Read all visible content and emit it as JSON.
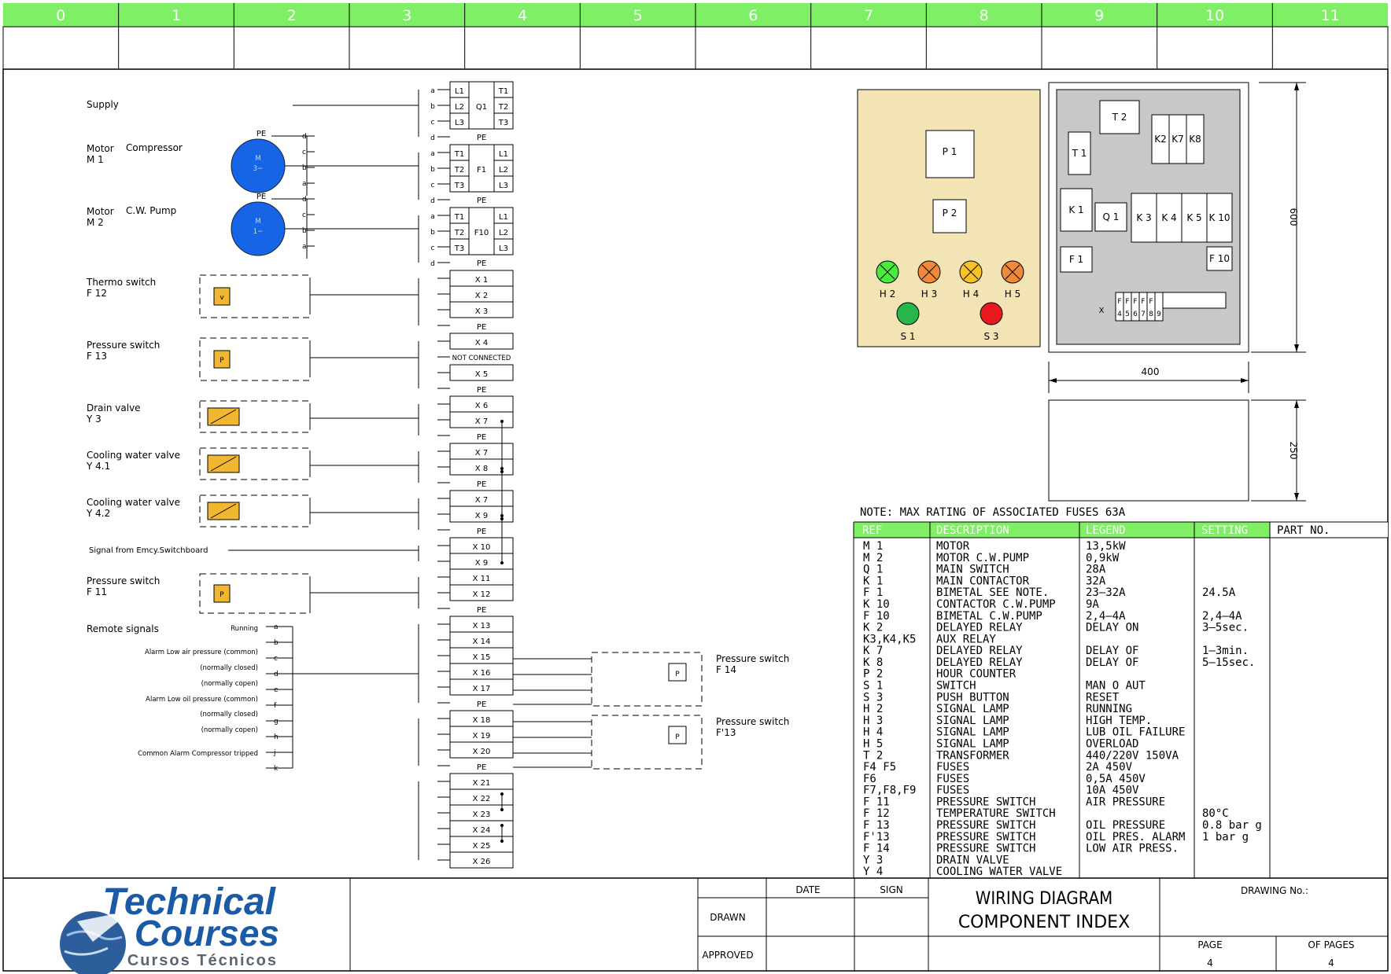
{
  "zones": [
    "0",
    "1",
    "2",
    "3",
    "4",
    "5",
    "6",
    "7",
    "8",
    "9",
    "10",
    "11"
  ],
  "colors": {
    "zone_bar": "#7ff065",
    "motor": "#1565e6",
    "device": "#f2b731",
    "panel_front": "#f2e4b5",
    "panel_back": "#c8c8c8",
    "lamp_green": "#49ec3b",
    "lamp_orange": "#f08a3a",
    "lamp_yellow": "#f7c228",
    "button_green": "#27b64a",
    "button_red": "#e8181e",
    "logo_blue": "#1b5aa6",
    "logo_grey": "#5a6472"
  },
  "labels": {
    "supply": "Supply",
    "motor_m1_a": "Motor",
    "motor_m1_b": "Compressor",
    "motor_m1_c": "M 1",
    "motor_m2_a": "Motor",
    "motor_m2_b": "C.W. Pump",
    "motor_m2_c": "M 2",
    "thermo_a": "Thermo switch",
    "thermo_b": "F 12",
    "ps13_a": "Pressure switch",
    "ps13_b": "F 13",
    "drain_a": "Drain valve",
    "drain_b": "Y 3",
    "cw41_a": "Cooling water valve",
    "cw41_b": "Y 4.1",
    "cw42_a": "Cooling water valve",
    "cw42_b": "Y 4.2",
    "emcy": "Signal from Emcy.Switchboard",
    "ps11_a": "Pressure switch",
    "ps11_b": "F 11",
    "remote": "Remote signals",
    "running": "Running",
    "alarm_air": "Alarm Low air pressure (common)",
    "nc1": "(normally closed)",
    "no1": "(normally copen)",
    "alarm_oil": "Alarm Low oil pressure (common)",
    "nc2": "(normally closed)",
    "no2": "(normally copen)",
    "common_alarm": "Common Alarm Compressor tripped",
    "ps14_a": "Pressure switch",
    "ps14_b": "F 14",
    "psf13_a": "Pressure switch",
    "psf13_b": "F'13",
    "not_connected": "NOT CONNECTED",
    "pe": "PE",
    "M": "M",
    "m1_sym": "3~",
    "m2_sym": "1~",
    "v_sym": "v",
    "p_sym": "P"
  },
  "terminals": {
    "q1": {
      "name": "Q1",
      "left": [
        "L1",
        "L2",
        "L3"
      ],
      "right": [
        "T1",
        "T2",
        "T3"
      ]
    },
    "f1": {
      "name": "F1",
      "left": [
        "T1",
        "T2",
        "T3"
      ],
      "right": [
        "L1",
        "L2",
        "L3"
      ]
    },
    "f10": {
      "name": "F10",
      "left": [
        "T1",
        "T2",
        "T3"
      ],
      "right": [
        "L1",
        "L2",
        "L3"
      ]
    },
    "x": [
      "X 1",
      "X 2",
      "X 3",
      "X 4",
      "X 5",
      "X 6",
      "X 7",
      "X 7",
      "X 8",
      "X 7",
      "X 9",
      "X 10",
      "X 9",
      "X 11",
      "X 12",
      "X 13",
      "X 14",
      "X 15",
      "X 16",
      "X 17",
      "X 18",
      "X 19",
      "X 20",
      "X 21",
      "X 22",
      "X 23",
      "X 24",
      "X 25",
      "X 26"
    ]
  },
  "wire_letters": {
    "a": "a",
    "b": "b",
    "c": "c",
    "d": "d",
    "e": "e",
    "f": "f",
    "g": "g",
    "h": "h",
    "j": "j",
    "k": "k"
  },
  "panel": {
    "front": {
      "p1": "P 1",
      "p2": "P 2",
      "lamps": [
        "H 2",
        "H 3",
        "H 4",
        "H 5"
      ],
      "buttons": [
        "S 1",
        "S 3"
      ]
    },
    "back": {
      "t2": "T 2",
      "t1": "T 1",
      "k2": "K2",
      "k7": "K7",
      "k8": "K8",
      "k1": "K 1",
      "q1": "Q 1",
      "k3": "K 3",
      "k4": "K 4",
      "k5": "K 5",
      "k10": "K 10",
      "f1": "F 1",
      "f10": "F 10",
      "x": "X",
      "fuses_top": [
        "F",
        "F",
        "F",
        "F",
        "F"
      ],
      "fuses_bot": [
        "4",
        "5",
        "6",
        "7",
        "8",
        "9"
      ]
    },
    "dim_height": "600",
    "dim_width": "400",
    "dim_depth": "250"
  },
  "note": "NOTE:  MAX RATING OF ASSOCIATED FUSES 63A",
  "index_table": {
    "headers": [
      "REF",
      "DESCRIPTION",
      "LEGEND",
      "SETTING",
      "PART NO."
    ],
    "rows": [
      [
        "M  1",
        "MOTOR",
        "13,5kW",
        ""
      ],
      [
        "M  2",
        "MOTOR  C.W.PUMP",
        "0,9kW",
        ""
      ],
      [
        "Q  1",
        "MAIN  SWITCH",
        "28A",
        ""
      ],
      [
        "K  1",
        "MAIN  CONTACTOR",
        "32A",
        ""
      ],
      [
        "F  1",
        "BIMETAL   SEE  NOTE.",
        "23–32A",
        "24.5A"
      ],
      [
        "K  10",
        "CONTACTOR  C.W.PUMP",
        "9A",
        ""
      ],
      [
        "F  10",
        "BIMETAL  C.W.PUMP",
        "2,4–4A",
        "2,4–4A"
      ],
      [
        "K  2",
        "DELAYED  RELAY",
        "DELAY  ON",
        "3–5sec."
      ],
      [
        "K3,K4,K5",
        "AUX  RELAY",
        "",
        ""
      ],
      [
        "K  7",
        "DELAYED  RELAY",
        "DELAY  OF",
        "1–3min."
      ],
      [
        "K  8",
        "DELAYED  RELAY",
        "DELAY  OF",
        "5–15sec."
      ],
      [
        "P  2",
        "HOUR  COUNTER",
        "",
        ""
      ],
      [
        "S  1",
        "SWITCH",
        "MAN  O  AUT",
        ""
      ],
      [
        "S  3",
        "PUSH  BUTTON",
        "RESET",
        ""
      ],
      [
        "H  2",
        "SIGNAL  LAMP",
        "RUNNING",
        ""
      ],
      [
        "H  3",
        "SIGNAL  LAMP",
        "HIGH  TEMP.",
        ""
      ],
      [
        "H  4",
        "SIGNAL  LAMP",
        "LUB  OIL  FAILURE",
        ""
      ],
      [
        "H  5",
        "SIGNAL  LAMP",
        "OVERLOAD",
        ""
      ],
      [
        "T  2",
        "TRANSFORMER",
        "440/220V  150VA",
        ""
      ],
      [
        "F4  F5",
        "FUSES",
        "2A  450V",
        ""
      ],
      [
        "F6",
        "FUSES",
        "0,5A  450V",
        ""
      ],
      [
        "F7,F8,F9",
        "FUSES",
        "10A  450V",
        ""
      ],
      [
        "F  11",
        "PRESSURE  SWITCH",
        "AIR  PRESSURE",
        ""
      ],
      [
        "F  12",
        "TEMPERATURE  SWITCH",
        "",
        "80°C"
      ],
      [
        "F  13",
        "PRESSURE  SWITCH",
        "OIL  PRESSURE",
        "0.8  bar  g"
      ],
      [
        "F'13",
        "PRESSURE  SWITCH",
        "OIL  PRES.  ALARM",
        "1  bar  g"
      ],
      [
        "F  14",
        "PRESSURE  SWITCH",
        "LOW  AIR  PRESS.",
        ""
      ],
      [
        "Y  3",
        "DRAIN  VALVE",
        "",
        ""
      ],
      [
        "Y  4",
        "COOLING  WATER  VALVE",
        "",
        ""
      ]
    ]
  },
  "title_block": {
    "logo_line1": "Technical",
    "logo_line2": "Courses",
    "logo_sub": "Cursos Técnicos",
    "date": "DATE",
    "sign": "SIGN",
    "drawn": "DRAWN",
    "approved": "APPROVED",
    "title1": "WIRING  DIAGRAM",
    "title2": "COMPONENT  INDEX",
    "drawing_no": "DRAWING No.:",
    "page": "PAGE",
    "page_val": "4",
    "of_pages": "OF PAGES",
    "of_pages_val": "4"
  }
}
